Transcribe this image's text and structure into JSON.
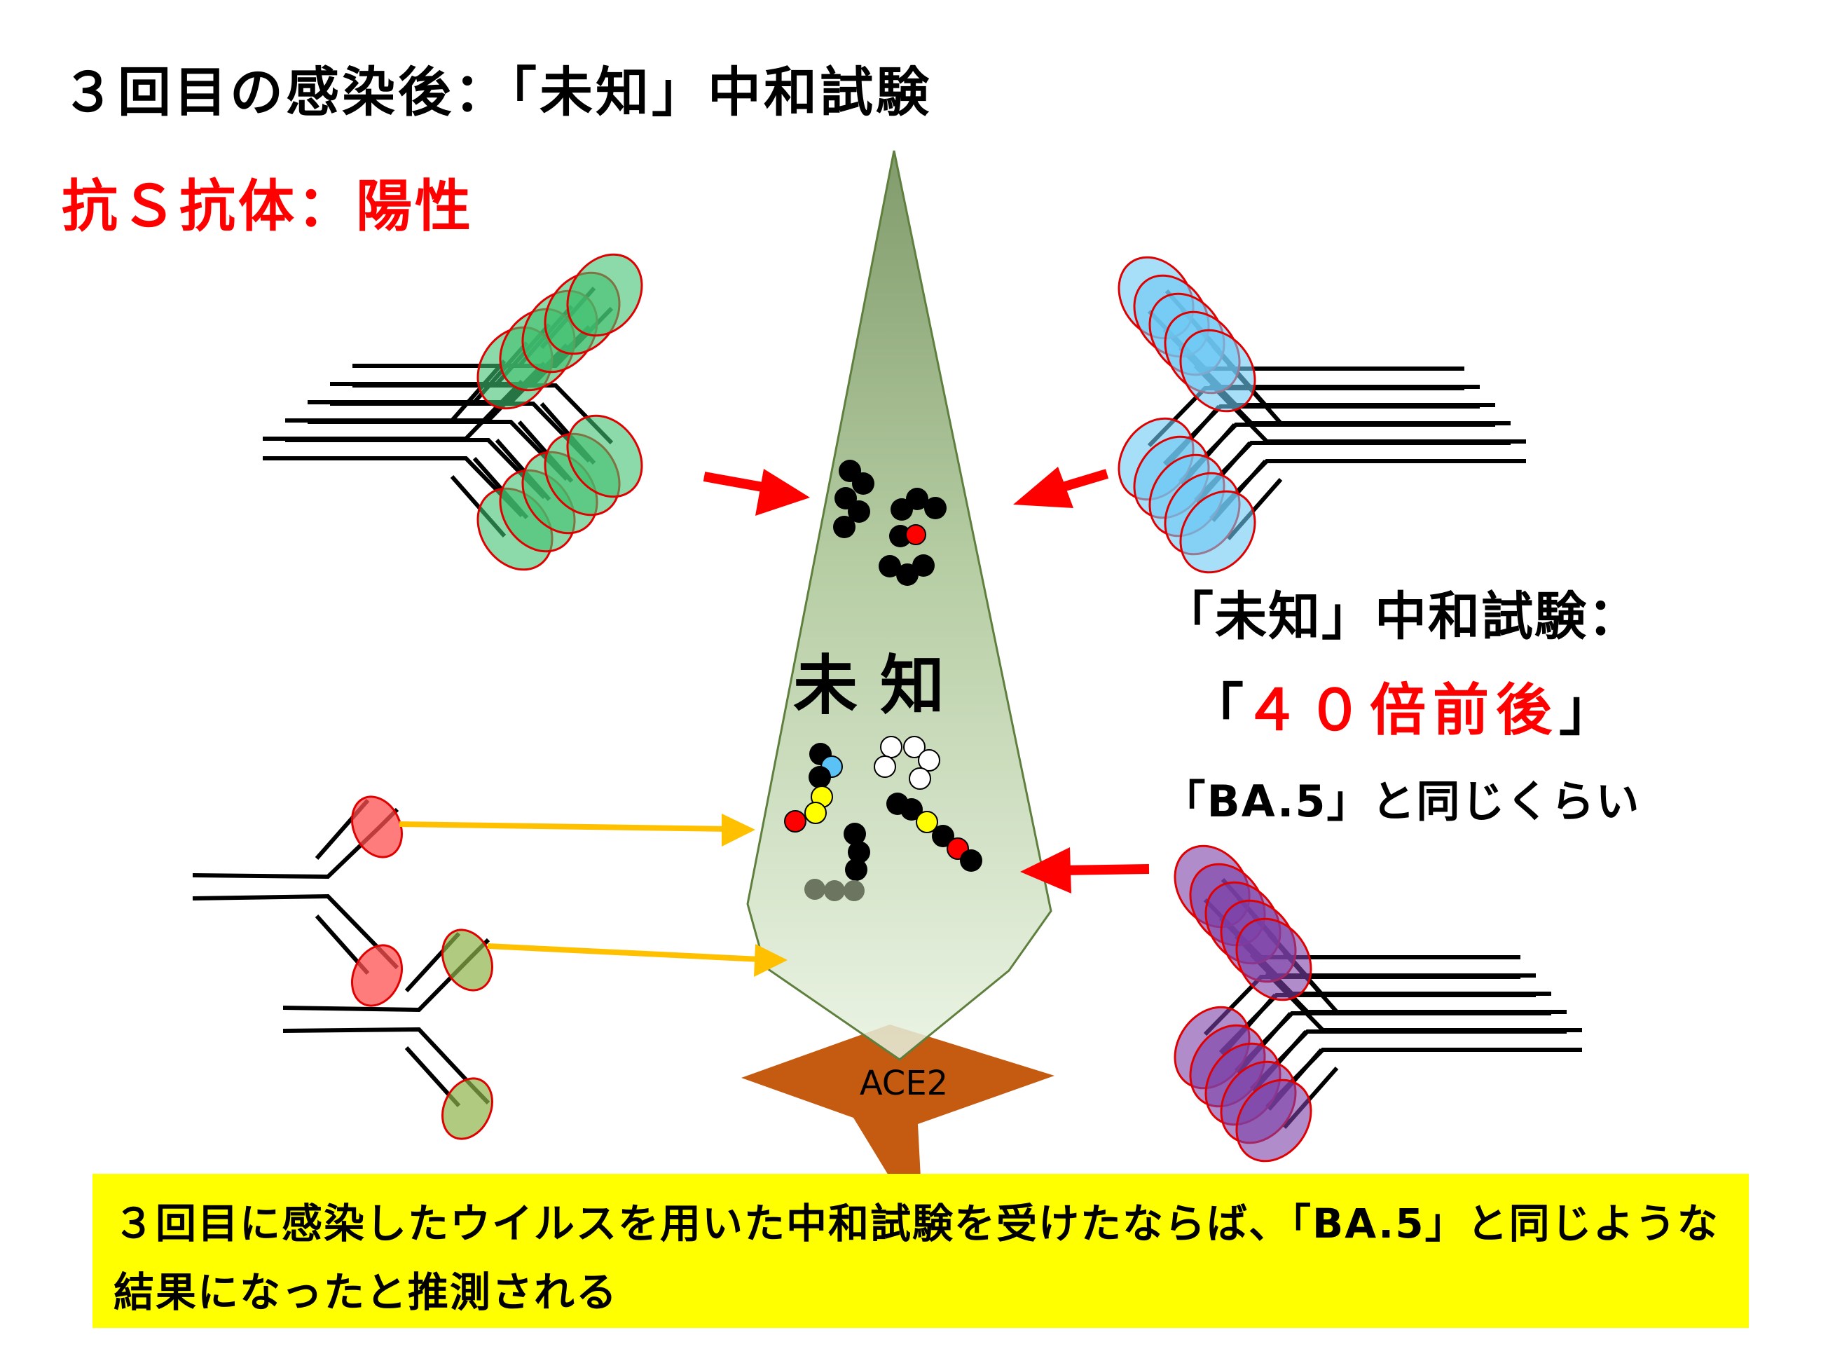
{
  "title": "３回目の感染後：「未知」中和試験",
  "subtitle": "抗Ｓ抗体：陽性",
  "spike": {
    "label": "未 知",
    "receptor_label": "ACE2",
    "colors": {
      "spike_top": "#6b8a52",
      "spike_bottom": "#e8f2e0",
      "receptor": "#c55a11"
    }
  },
  "result": {
    "line1": "「未知」中和試験：",
    "line2_open": "「",
    "line2_value": "４０倍前後",
    "line2_close": "」",
    "line3": "「BA.5」と同じくらい"
  },
  "note": {
    "text": "３回目に感染したウイルスを用いた中和試験を受けたならば、「BA.5」と同じような結果になったと推測される"
  },
  "antibody_groups": [
    {
      "name": "green-antibody-cluster",
      "fill": "#3fbf70",
      "position": "top-left",
      "count": 5
    },
    {
      "name": "blue-antibody-cluster",
      "fill": "#6cc8f4",
      "position": "top-right",
      "count": 5
    },
    {
      "name": "purple-antibody-cluster",
      "fill": "#7b3fa6",
      "position": "bottom-right",
      "count": 5
    },
    {
      "name": "red-antibody",
      "fill": "#ff5050",
      "position": "bottom-left",
      "count": 1
    },
    {
      "name": "olive-antibody",
      "fill": "#8fb34a",
      "position": "bottom-left",
      "count": 1
    }
  ],
  "arrows": [
    {
      "name": "arrow-green-to-spike",
      "color": "#ff0000"
    },
    {
      "name": "arrow-blue-to-spike",
      "color": "#ff0000"
    },
    {
      "name": "arrow-purple-to-spike",
      "color": "#ff0000"
    },
    {
      "name": "arrow-red-antibody-to-spike",
      "color": "#ffc000"
    },
    {
      "name": "arrow-olive-antibody-to-spike",
      "color": "#ffc000"
    }
  ]
}
